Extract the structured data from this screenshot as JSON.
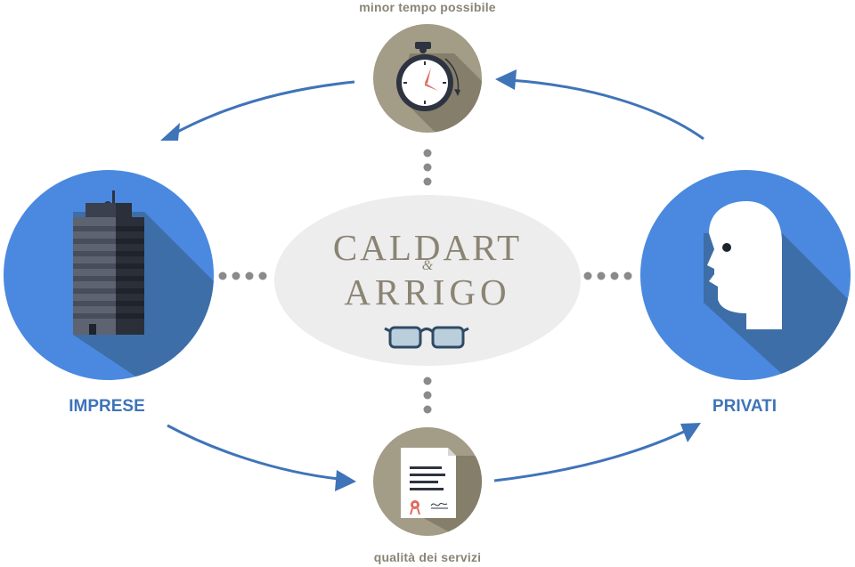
{
  "nodes": {
    "top_label": "minor tempo possibile",
    "bottom_label": "qualità dei servizi",
    "left_label": "IMPRESE",
    "right_label": "PRIVATI"
  },
  "logo": {
    "line1": "CALDART",
    "ampersand": "&",
    "line2": "ARRIGO"
  },
  "colors": {
    "blue_circle": "#4a89df",
    "blue_shadow": "#3d6ea8",
    "taupe_circle": "#a39c86",
    "taupe_shadow": "#857e6a",
    "arrow": "#3f74b8",
    "dots": "#8a8a8a",
    "ellipse": "#ededed"
  },
  "icons": [
    "stopwatch-icon",
    "building-icon",
    "head-profile-icon",
    "certificate-document-icon",
    "glasses-icon"
  ]
}
